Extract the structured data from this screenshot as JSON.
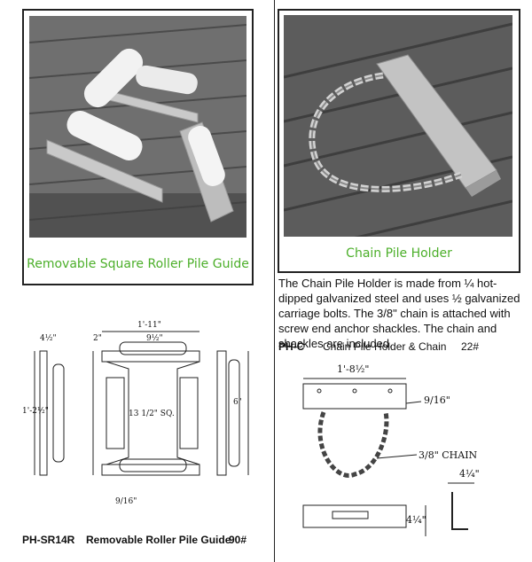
{
  "left_product": {
    "caption": "Removable Square Roller Pile Guide",
    "sku": "PH-SR14R",
    "name": "Removable Roller Pile Guide",
    "weight": "90#",
    "drawing": {
      "dims": [
        "4½\"",
        "1'-11\"",
        "1'-2½\"",
        "13 1/2\" SQ.",
        "9/16\"",
        "6\"",
        "9½\"",
        "2\""
      ]
    }
  },
  "right_product": {
    "caption": "Chain Pile Holder",
    "description": "The Chain Pile Holder is made from ¼ hot-dipped galvanized steel and uses ½ galvanized carriage bolts. The 3/8\" chain is attached with screw end anchor shackles. The chain and shackles are included.",
    "sku": "PH-C",
    "name": "Chain Pile Holder & Chain",
    "weight": "22#",
    "drawing": {
      "length": "1'-8½\"",
      "hole": "9/16\"",
      "chain": "3/8\" CHAIN",
      "width": "4¼\"",
      "height": "4¼\""
    }
  }
}
